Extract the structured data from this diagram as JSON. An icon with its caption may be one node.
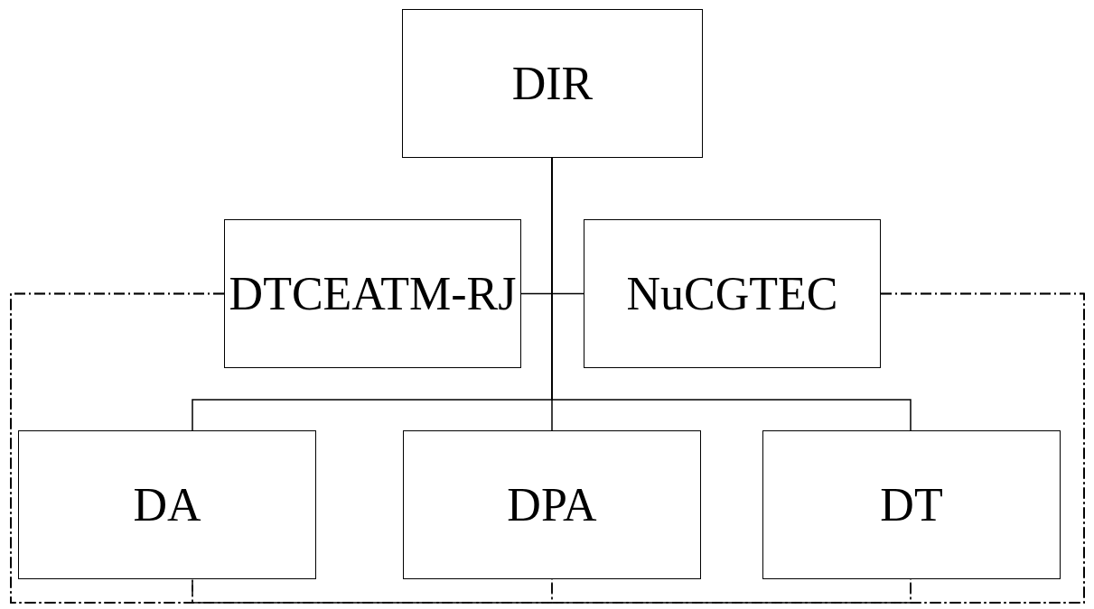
{
  "diagram": {
    "nodes": [
      {
        "text": [
          "DIR"
        ]
      },
      {
        "text": [
          "DTCEATM-RJ"
        ]
      },
      {
        "text": [
          "NuCGTEC"
        ]
      },
      {
        "text": [
          "DA"
        ]
      },
      {
        "text": [
          "DPA"
        ]
      },
      {
        "text": [
          "DT"
        ]
      }
    ],
    "edges": [
      {
        "from": 0,
        "to": 1,
        "arrow": "none"
      },
      {
        "from": 0,
        "to": 2,
        "arrow": "none"
      },
      {
        "from": 0,
        "to": 3,
        "arrow": "none"
      },
      {
        "from": 0,
        "to": 4,
        "arrow": "none"
      },
      {
        "from": 0,
        "to": 5,
        "arrow": "none"
      },
      {
        "from": 1,
        "to": 3,
        "arrow": "none",
        "style": "dashed"
      },
      {
        "from": 1,
        "to": 4,
        "arrow": "none",
        "style": "dashed"
      },
      {
        "from": 1,
        "to": 5,
        "arrow": "none",
        "style": "dashed"
      },
      {
        "from": 2,
        "to": 3,
        "arrow": "none",
        "style": "dashed"
      },
      {
        "from": 2,
        "to": 4,
        "arrow": "none",
        "style": "dashed"
      },
      {
        "from": 2,
        "to": 5,
        "arrow": "none",
        "style": "dashed"
      }
    ]
  }
}
